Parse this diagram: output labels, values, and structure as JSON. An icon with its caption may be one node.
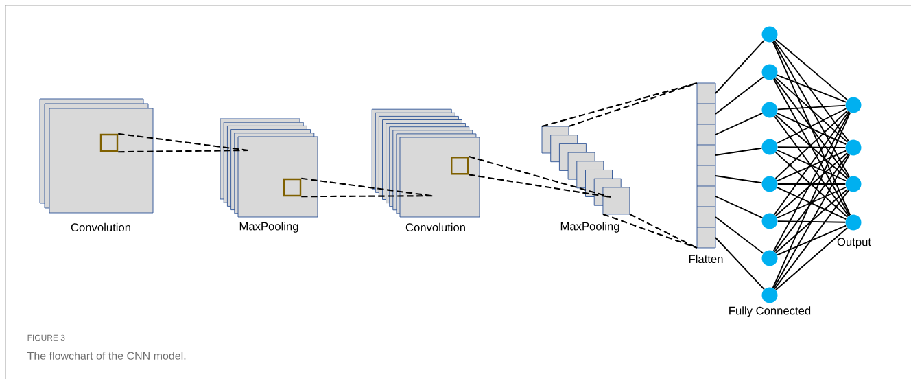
{
  "diagram": {
    "caption": "The flowchart of the CNN model.",
    "nodes": [
      {
        "text": [
          "Convolution"
        ]
      },
      {
        "text": [],
        "shape": "box",
        "in": 0
      },
      {
        "text": [
          "MaxPooling"
        ]
      },
      {
        "text": [],
        "shape": "box",
        "in": 2
      },
      {
        "text": [
          "Convolution"
        ]
      },
      {
        "text": [],
        "shape": "box",
        "in": 4
      },
      {
        "text": [
          "MaxPooling"
        ]
      },
      {
        "text": [
          "Flatten"
        ]
      },
      {
        "text": [],
        "shape": "circle"
      },
      {
        "text": [],
        "shape": "circle"
      },
      {
        "text": [],
        "shape": "circle"
      },
      {
        "text": [],
        "shape": "circle"
      },
      {
        "text": [],
        "shape": "circle"
      },
      {
        "text": [],
        "shape": "circle"
      },
      {
        "text": [],
        "shape": "circle"
      },
      {
        "text": [],
        "shape": "circle"
      },
      {
        "text": [],
        "shape": "circle"
      },
      {
        "text": [],
        "shape": "circle"
      },
      {
        "text": [],
        "shape": "circle"
      },
      {
        "text": [],
        "shape": "circle"
      }
    ],
    "edges": [
      {
        "from": 1,
        "to": 2,
        "arrow": "none",
        "style": "dashed"
      },
      {
        "from": 3,
        "to": 4,
        "arrow": "none",
        "style": "dashed"
      },
      {
        "from": 5,
        "to": 6,
        "arrow": "none",
        "style": "dashed"
      },
      {
        "from": 6,
        "to": 7,
        "arrow": "none",
        "style": "dashed"
      },
      {
        "from": 7,
        "to": 8,
        "arrow": "none"
      },
      {
        "from": 7,
        "to": 9,
        "arrow": "none"
      },
      {
        "from": 7,
        "to": 10,
        "arrow": "none"
      },
      {
        "from": 7,
        "to": 11,
        "arrow": "none"
      },
      {
        "from": 7,
        "to": 12,
        "arrow": "none"
      },
      {
        "from": 7,
        "to": 13,
        "arrow": "none"
      },
      {
        "from": 7,
        "to": 14,
        "arrow": "none"
      },
      {
        "from": 7,
        "to": 15,
        "arrow": "none"
      },
      {
        "from": 8,
        "to": 16,
        "arrow": "none"
      },
      {
        "from": 8,
        "to": 17,
        "arrow": "none"
      },
      {
        "from": 8,
        "to": 18,
        "arrow": "none"
      },
      {
        "from": 8,
        "to": 19,
        "arrow": "none"
      },
      {
        "from": 9,
        "to": 16,
        "arrow": "none"
      },
      {
        "from": 9,
        "to": 17,
        "arrow": "none"
      },
      {
        "from": 9,
        "to": 18,
        "arrow": "none"
      },
      {
        "from": 9,
        "to": 19,
        "arrow": "none"
      },
      {
        "from": 10,
        "to": 16,
        "arrow": "none"
      },
      {
        "from": 10,
        "to": 17,
        "arrow": "none"
      },
      {
        "from": 10,
        "to": 18,
        "arrow": "none"
      },
      {
        "from": 10,
        "to": 19,
        "arrow": "none"
      },
      {
        "from": 11,
        "to": 16,
        "arrow": "none"
      },
      {
        "from": 11,
        "to": 17,
        "arrow": "none"
      },
      {
        "from": 11,
        "to": 18,
        "arrow": "none"
      },
      {
        "from": 11,
        "to": 19,
        "arrow": "none"
      },
      {
        "from": 12,
        "to": 16,
        "arrow": "none"
      },
      {
        "from": 12,
        "to": 17,
        "arrow": "none"
      },
      {
        "from": 12,
        "to": 18,
        "arrow": "none"
      },
      {
        "from": 12,
        "to": 19,
        "arrow": "none"
      },
      {
        "from": 13,
        "to": 16,
        "arrow": "none"
      },
      {
        "from": 13,
        "to": 17,
        "arrow": "none"
      },
      {
        "from": 13,
        "to": 18,
        "arrow": "none"
      },
      {
        "from": 13,
        "to": 19,
        "arrow": "none"
      },
      {
        "from": 14,
        "to": 16,
        "arrow": "none"
      },
      {
        "from": 14,
        "to": 17,
        "arrow": "none"
      },
      {
        "from": 14,
        "to": 18,
        "arrow": "none"
      },
      {
        "from": 14,
        "to": 19,
        "arrow": "none"
      },
      {
        "from": 15,
        "to": 16,
        "arrow": "none"
      },
      {
        "from": 15,
        "to": 17,
        "arrow": "none"
      },
      {
        "from": 15,
        "to": 18,
        "arrow": "none"
      },
      {
        "from": 15,
        "to": 19,
        "arrow": "none"
      }
    ],
    "labels": [
      "Fully Connected",
      "Output",
      "FIGURE 3"
    ]
  }
}
